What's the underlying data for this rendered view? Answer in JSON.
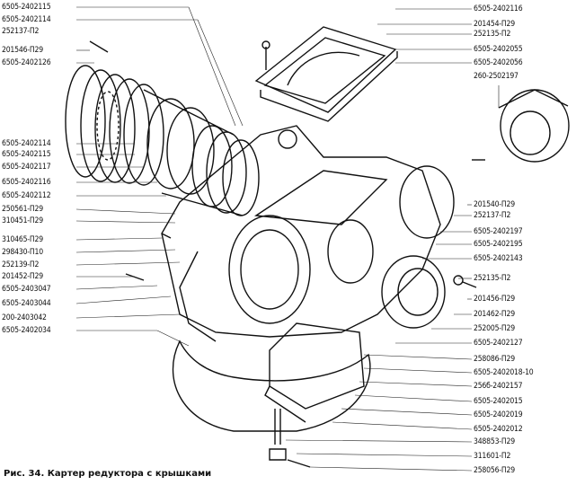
{
  "caption": "Рис. 34. Картер редуктора с крышками",
  "left_labels": [
    "6505-2402115",
    "6505-2402114",
    "252137-П2",
    "201546-П29",
    "6505-2402126",
    "6505-2402114",
    "6505-2402115",
    "6505-2402117",
    "6505-2402116",
    "6505-2402112",
    "250561-П29",
    "310451-П29",
    "310465-П29",
    "298430-П10",
    "252139-П2",
    "201452-П29",
    "6505-2403047",
    "6505-2403044",
    "200-2403042",
    "6505-2402034"
  ],
  "right_labels": [
    "6505-2402116",
    "201454-П29",
    "252135-П2",
    "6505-2402055",
    "6505-2402056",
    "260-2502197",
    "201540-П29",
    "252137-П2",
    "6505-2402197",
    "6505-2402195",
    "6505-2402143",
    "252135-П2",
    "201456-П29",
    "201462-П29",
    "252005-П29",
    "6505-2402127",
    "258086-П29",
    "6505-2402018-10",
    "256б-2402157",
    "6505-2402015",
    "6505-2402019",
    "6505-2402012",
    "348853-П29",
    "311601-П2",
    "258056-П29"
  ]
}
